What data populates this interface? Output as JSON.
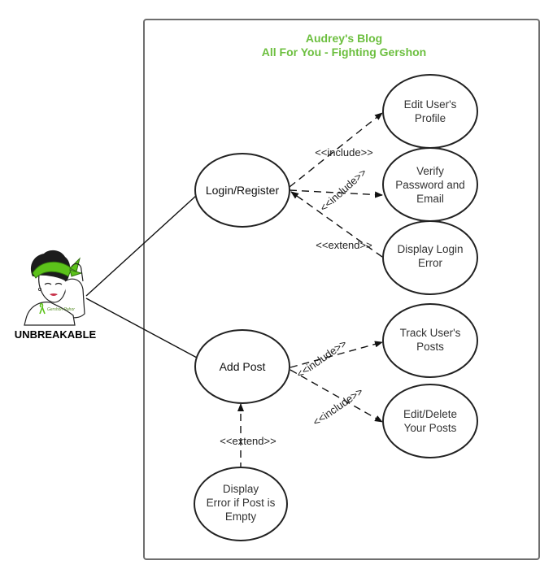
{
  "system": {
    "title_line1": "Audrey's Blog",
    "title_line2": "All For You - Fighting Gershon"
  },
  "actor": {
    "name": "UNBREAKABLE",
    "badge_text": "Gershon Pahor",
    "icon": "woman-with-bandana-icon"
  },
  "use_cases": {
    "login": {
      "lines": [
        "Login/Register"
      ]
    },
    "add_post": {
      "lines": [
        "Add Post"
      ]
    },
    "edit_profile": {
      "lines": [
        "Edit User's",
        "Profile"
      ]
    },
    "verify": {
      "lines": [
        "Verify",
        "Password and",
        "Email"
      ]
    },
    "login_error": {
      "lines": [
        "Display Login",
        "Error"
      ]
    },
    "track_posts": {
      "lines": [
        "Track User's",
        "Posts"
      ]
    },
    "edit_delete": {
      "lines": [
        "Edit/Delete",
        "Your Posts"
      ]
    },
    "empty_error": {
      "lines": [
        "Display",
        "Error if Post is",
        "Empty"
      ]
    }
  },
  "relations": {
    "include_profile": "<<include>>",
    "include_verify": "<<include>>",
    "extend_login_error": "<<extend>>",
    "include_track": "<<include>>",
    "include_edit_delete": "<<include>>",
    "extend_empty_error": "<<extend>>"
  },
  "colors": {
    "title": "#6cbf3f",
    "bandana": "#5cc21a",
    "boundary": "#6e6e6e"
  }
}
